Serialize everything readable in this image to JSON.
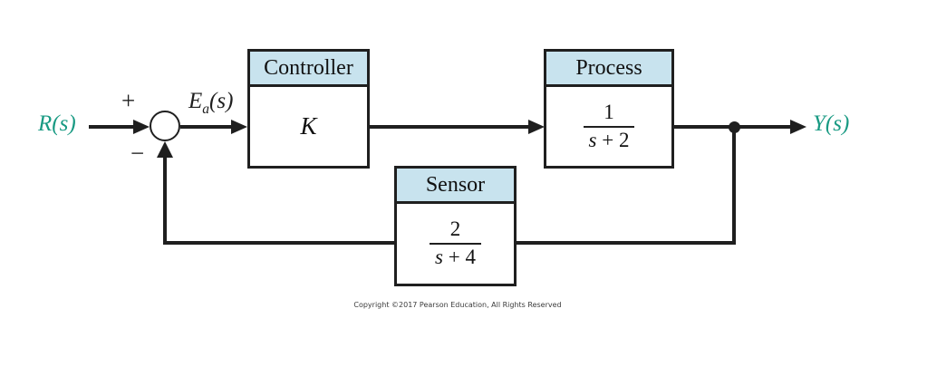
{
  "colors": {
    "signal": "#1f1f1f",
    "teal": "#199a83",
    "headerfill": "#c8e3ee"
  },
  "signals": {
    "input": "R(s)",
    "error_var": "E",
    "error_sub": "a",
    "error_arg": "(s)",
    "output": "Y(s)",
    "sum_plus": "+",
    "sum_minus": "−"
  },
  "blocks": {
    "controller": {
      "title": "Controller",
      "expression": "K"
    },
    "process": {
      "title": "Process",
      "numerator": "1",
      "den_var": "s",
      "den_rest": " + 2"
    },
    "sensor": {
      "title": "Sensor",
      "numerator": "2",
      "den_var": "s",
      "den_rest": " + 4"
    }
  },
  "footer": {
    "copyright": "Copyright ©2017 Pearson Education, All Rights Reserved"
  }
}
